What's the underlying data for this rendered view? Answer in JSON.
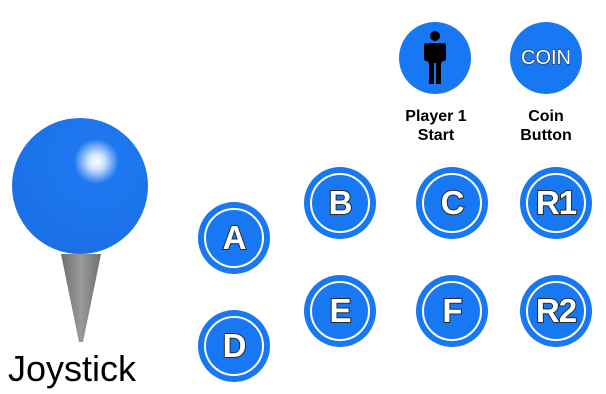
{
  "colors": {
    "button_blue": "#1877f2",
    "ball_blue": "#1e78f0",
    "stick_gray": "#7a7a7a"
  },
  "joystick": {
    "label": "Joystick",
    "icon": "joystick-icon"
  },
  "player1": {
    "icon": "person-icon",
    "caption_line1": "Player 1",
    "caption_line2": "Start"
  },
  "coin": {
    "text": "COIN",
    "caption_line1": "Coin",
    "caption_line2": "Button"
  },
  "buttons": {
    "a": "A",
    "b": "B",
    "c": "C",
    "r1": "R1",
    "d": "D",
    "e": "E",
    "f": "F",
    "r2": "R2"
  }
}
